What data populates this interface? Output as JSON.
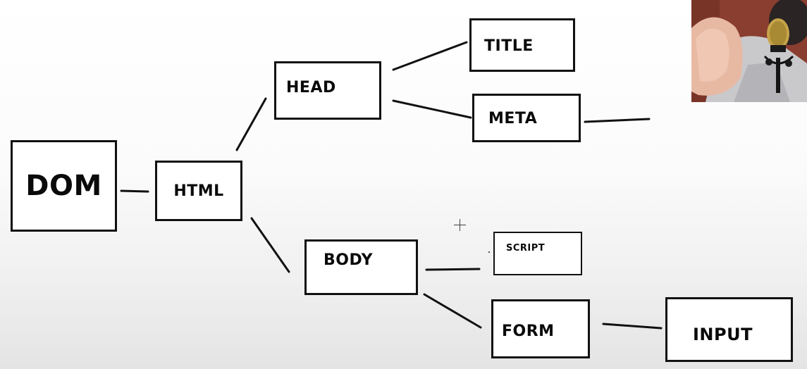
{
  "diagram": {
    "nodes": {
      "dom": "DOM",
      "html": "HTML",
      "head": "HEAD",
      "title": "TITLE",
      "meta": "META",
      "body": "BODY",
      "script": "SCRIPT",
      "form": "FORM",
      "input": "INPUT"
    },
    "edges": [
      [
        "DOM",
        "HTML"
      ],
      [
        "HTML",
        "HEAD"
      ],
      [
        "HTML",
        "BODY"
      ],
      [
        "HEAD",
        "TITLE"
      ],
      [
        "HEAD",
        "META"
      ],
      [
        "BODY",
        "SCRIPT"
      ],
      [
        "BODY",
        "FORM"
      ],
      [
        "FORM",
        "INPUT"
      ]
    ]
  },
  "overlay": {
    "webcam_icon": "webcam-presenter-icon"
  },
  "colors": {
    "stroke": "#111111",
    "background": "#ffffff"
  }
}
